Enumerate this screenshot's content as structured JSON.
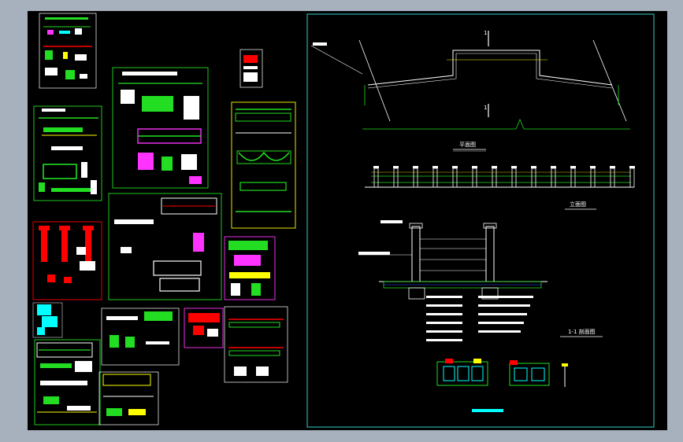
{
  "window": {
    "background": "#a7b1bd",
    "canvas_background": "#000000"
  },
  "colors": {
    "green": "#22dd22",
    "white": "#ffffff",
    "yellow": "#ffff00",
    "red": "#ff0000",
    "magenta": "#ff33ff",
    "cyan": "#00ffff",
    "blue": "#3355ff",
    "frame_cyan": "#33cccc"
  },
  "drawing": {
    "plan_title": "平面图",
    "elevation_title": "立面图",
    "section_title": "1-1 剖面图",
    "section_marker_top": "1",
    "section_marker_bottom": "1"
  }
}
